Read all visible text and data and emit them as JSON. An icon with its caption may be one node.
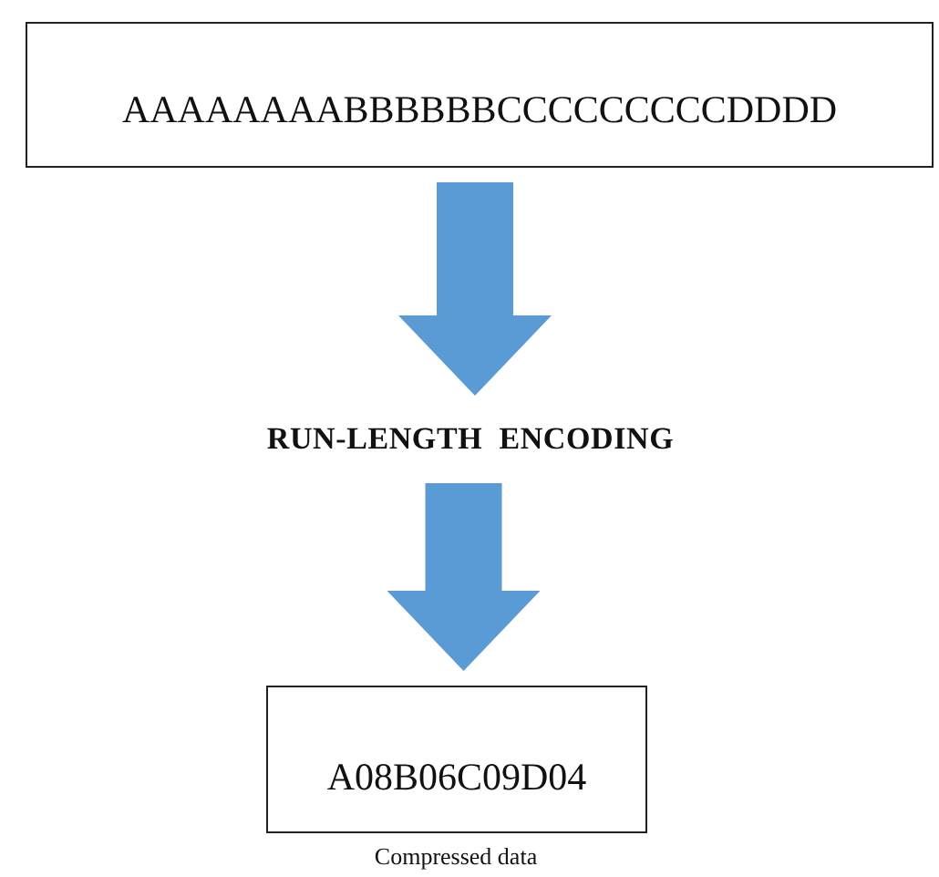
{
  "diagram": {
    "nodes": [
      {
        "text": [
          "AAAAAAAABBBBBBCCCCCCCCCDDDD"
        ]
      },
      {
        "text": [
          "RUN-LENGTH  ENCODING"
        ]
      },
      {
        "text": [
          "A08B06C09D04"
        ],
        "beside": [
          "Compressed data"
        ]
      }
    ],
    "edges": [
      {
        "from": 0,
        "to": 1,
        "arrow": "to"
      },
      {
        "from": 1,
        "to": 2,
        "arrow": "to"
      }
    ]
  }
}
